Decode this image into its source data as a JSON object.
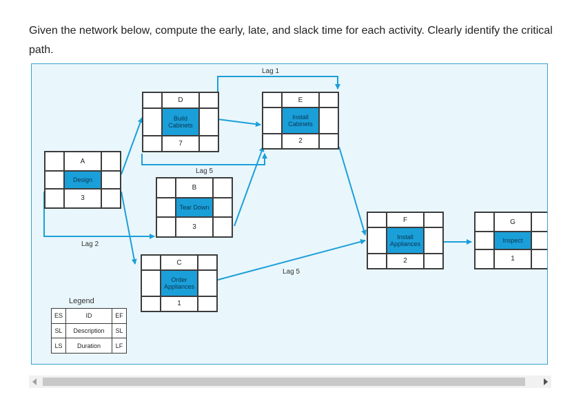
{
  "question": "Given the network below, compute the early, late, and slack time for each activity. Clearly identify the critical path.",
  "nodes": {
    "A": {
      "id": "A",
      "desc": "Design",
      "dur": "3"
    },
    "B": {
      "id": "B",
      "desc": "Tear Down",
      "dur": "3"
    },
    "C": {
      "id": "C",
      "desc": "Order Appliances",
      "dur": "1"
    },
    "D": {
      "id": "D",
      "desc": "Build Cabinets",
      "dur": "7"
    },
    "E": {
      "id": "E",
      "desc": "Install Cabinets",
      "dur": "2"
    },
    "F": {
      "id": "F",
      "desc": "Install Appliances",
      "dur": "2"
    },
    "G": {
      "id": "G",
      "desc": "Inspect",
      "dur": "1"
    }
  },
  "lags": {
    "lag1": "Lag 1",
    "lag5_top": "Lag 5",
    "lag2": "Lag 2",
    "lag5_bottom": "Lag 5"
  },
  "legend": {
    "title": "Legend",
    "es": "ES",
    "id": "ID",
    "ef": "EF",
    "sl": "SL",
    "desc": "Description",
    "sl2": "SL",
    "ls": "LS",
    "dur": "Duration",
    "lf": "LF"
  },
  "colors": {
    "arrow": "#1a9fd9",
    "desc_fill": "#1a9fd9",
    "figure_bg": "#e9f6fb"
  }
}
